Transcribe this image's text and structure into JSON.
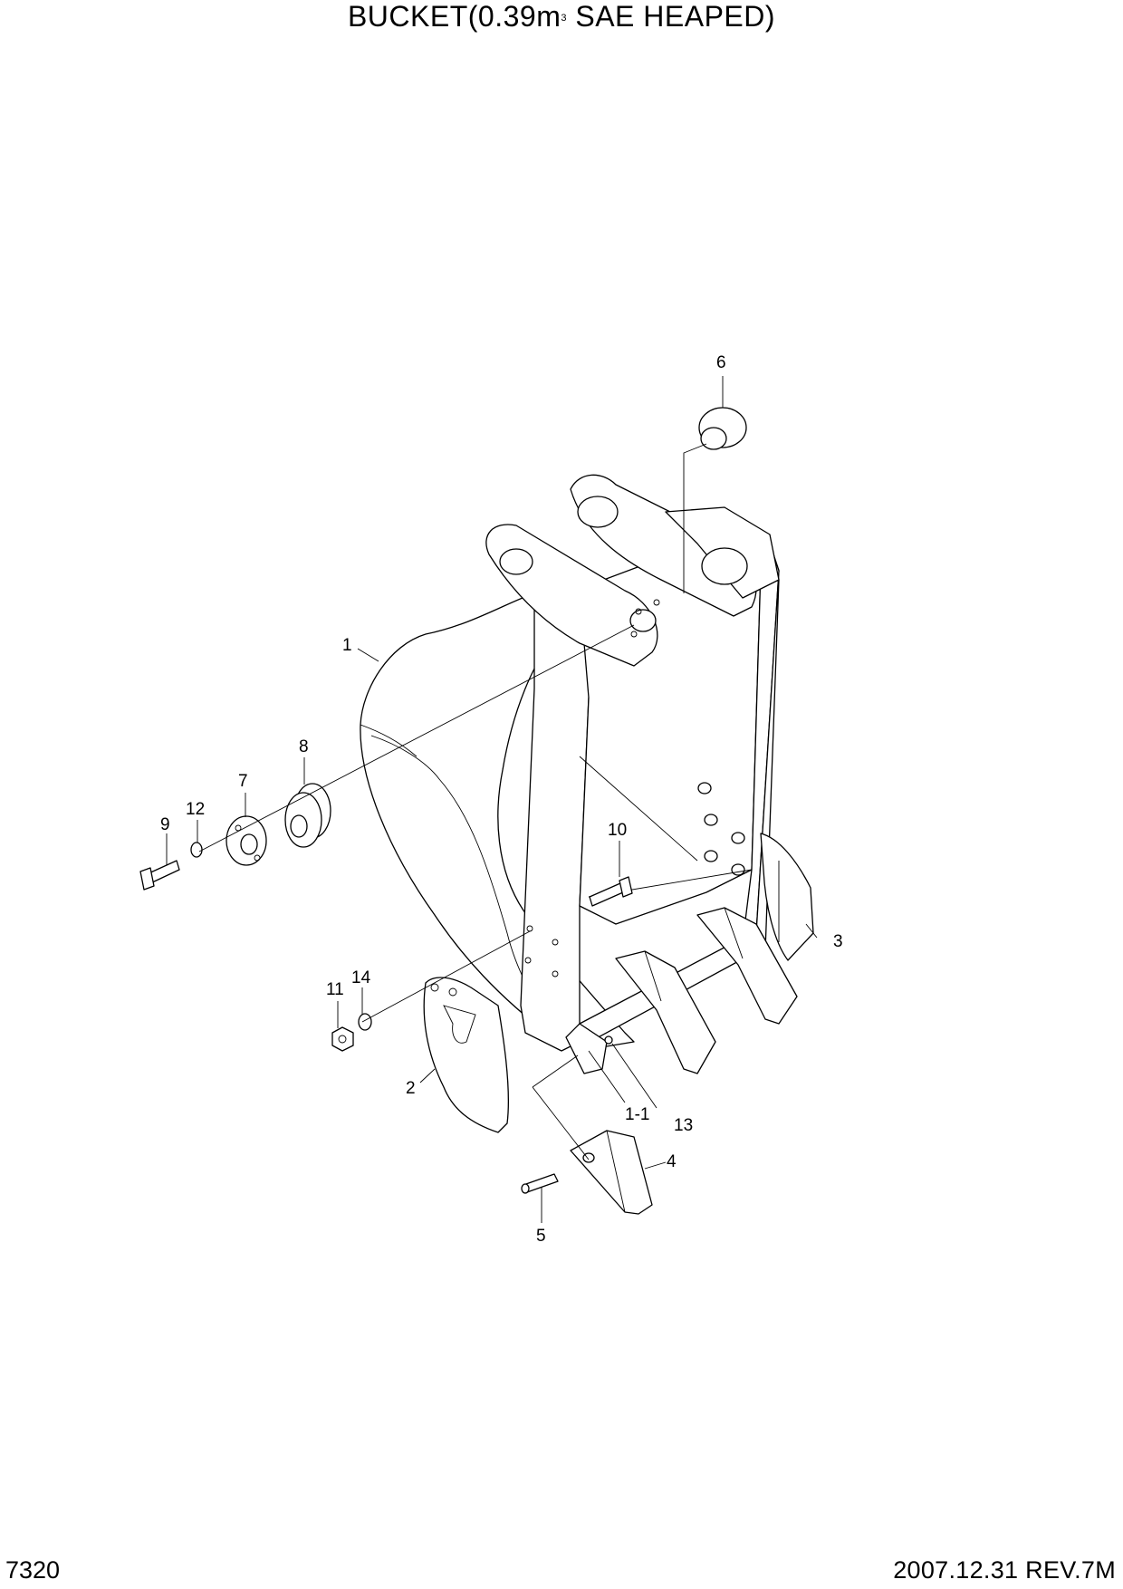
{
  "header": {
    "title_prefix": "BUCKET(0.39m",
    "title_superscript": "3",
    "title_suffix": " SAE HEAPED)"
  },
  "footer": {
    "page_number": "7320",
    "revision": "2007.12.31  REV.7M"
  },
  "callouts": {
    "c1": "1",
    "c1_1": "1-1",
    "c2": "2",
    "c3": "3",
    "c4": "4",
    "c5": "5",
    "c6": "6",
    "c7": "7",
    "c8": "8",
    "c9": "9",
    "c10": "10",
    "c11": "11",
    "c12": "12",
    "c13": "13",
    "c14": "14"
  }
}
